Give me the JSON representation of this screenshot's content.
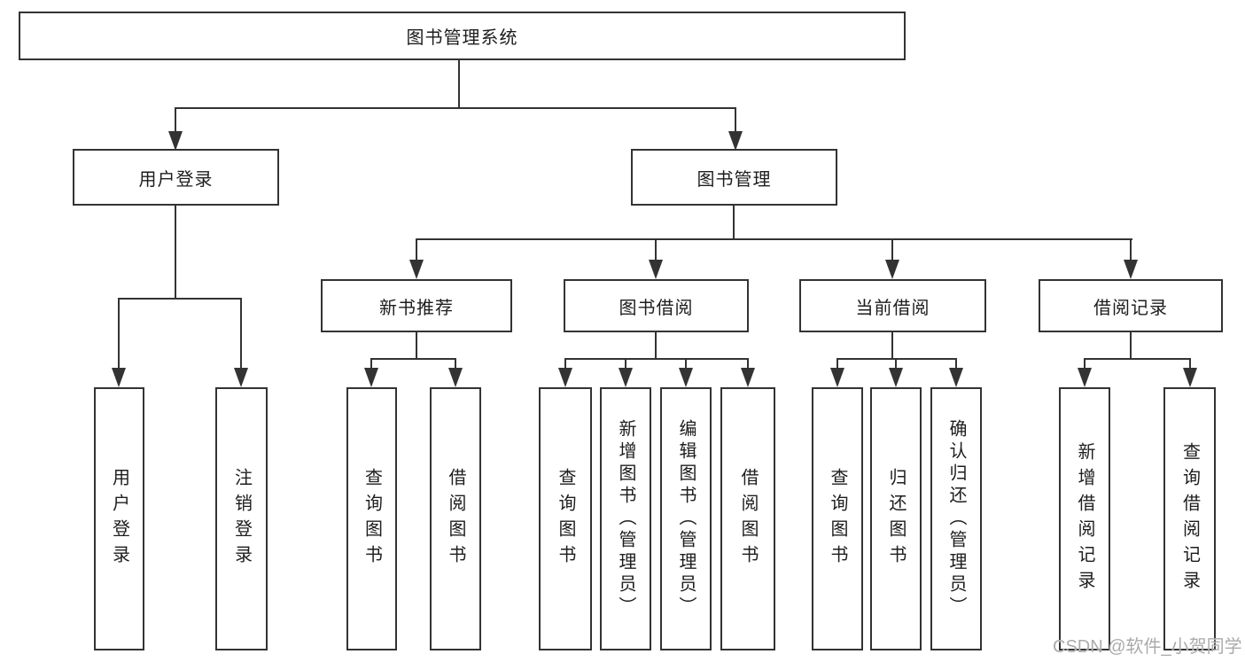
{
  "diagram": {
    "root_label": "图书管理系统",
    "level2": [
      {
        "label": "用户登录",
        "children": [
          "用户登录",
          "注销登录"
        ]
      },
      {
        "label": "图书管理",
        "sections": [
          {
            "label": "新书推荐",
            "children": [
              "查询图书",
              "借阅图书"
            ]
          },
          {
            "label": "图书借阅",
            "children": [
              "查询图书",
              "新增图书（管理员）",
              "编辑图书（管理员）",
              "借阅图书"
            ]
          },
          {
            "label": "当前借阅",
            "children": [
              "查询图书",
              "归还图书",
              "确认归还（管理员）"
            ]
          },
          {
            "label": "借阅记录",
            "children": [
              "新增借阅记录",
              "查询借阅记录"
            ]
          }
        ]
      }
    ]
  },
  "watermark": "CSDN @软件_小贺同学",
  "colors": {
    "line": "#333333",
    "text": "#1d1d1d",
    "box_fill": "#ffffff",
    "background": "#ffffff",
    "watermark": "#ababab"
  }
}
